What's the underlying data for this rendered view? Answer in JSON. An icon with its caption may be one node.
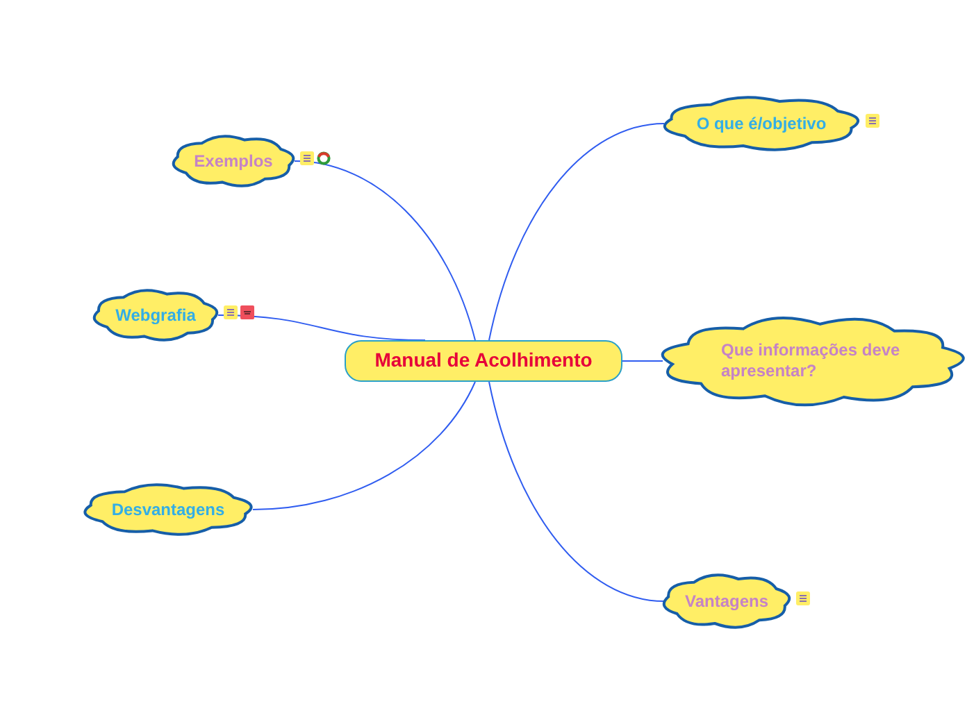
{
  "diagram": {
    "nodes": [
      {
        "text": [
          "Manual de Acolhimento"
        ]
      },
      {
        "text": [
          "O que é/objetivo"
        ]
      },
      {
        "text": [
          "Exemplos"
        ]
      },
      {
        "text": [
          "Webgrafia"
        ]
      },
      {
        "text": [
          "Que informações deve apresentar?"
        ]
      },
      {
        "text": [
          "Desvantagens"
        ]
      },
      {
        "text": [
          "Vantagens"
        ]
      }
    ],
    "edges": [
      {
        "from": 0,
        "to": 1,
        "arrow": "none"
      },
      {
        "from": 0,
        "to": 2,
        "arrow": "none"
      },
      {
        "from": 0,
        "to": 3,
        "arrow": "none"
      },
      {
        "from": 0,
        "to": 4,
        "arrow": "none"
      },
      {
        "from": 0,
        "to": 5,
        "arrow": "none"
      },
      {
        "from": 0,
        "to": 6,
        "arrow": "none"
      }
    ]
  }
}
